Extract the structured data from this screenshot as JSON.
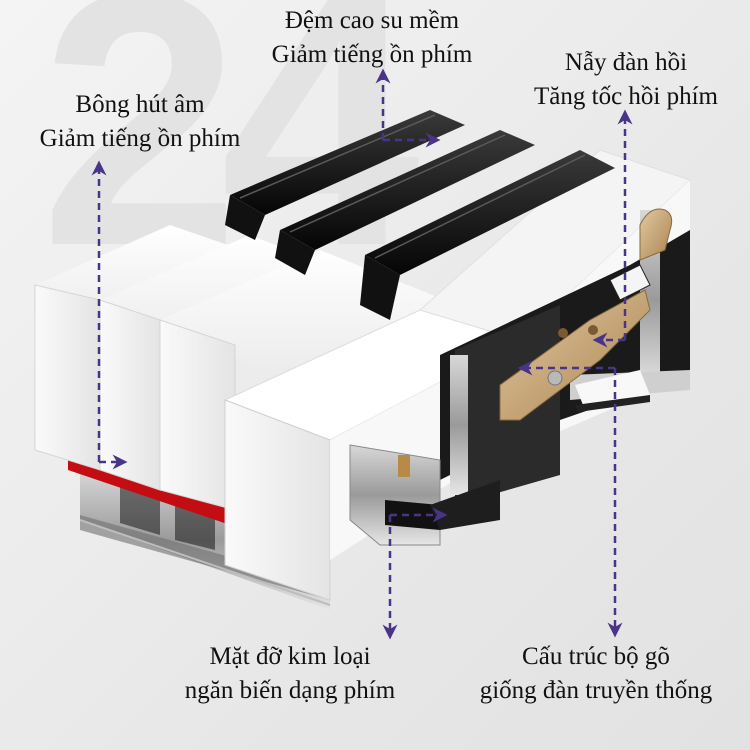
{
  "diagram": {
    "subject": "Cutaway of piano keyboard keys and hammer action",
    "background_color": "#ebebeb",
    "arrow_color": "#4a3489",
    "felt_color": "#c40d12",
    "brass_color": "#c9a77a",
    "watermark_text": "24"
  },
  "labels": {
    "rubber_cushion": {
      "line1": "Đệm cao su mềm",
      "line2": "Giảm tiếng ồn phím"
    },
    "sound_felt": {
      "line1": "Bông hút âm",
      "line2": "Giảm tiếng ồn phím"
    },
    "spring": {
      "line1": "Nẫy đàn hồi",
      "line2": "Tăng tốc hồi phím"
    },
    "metal_support": {
      "line1": "Mặt đỡ kim loại",
      "line2": "ngăn biến dạng phím"
    },
    "hammer_action": {
      "line1": "Cấu trúc bộ gõ",
      "line2": "giống đàn truyền thống"
    }
  }
}
